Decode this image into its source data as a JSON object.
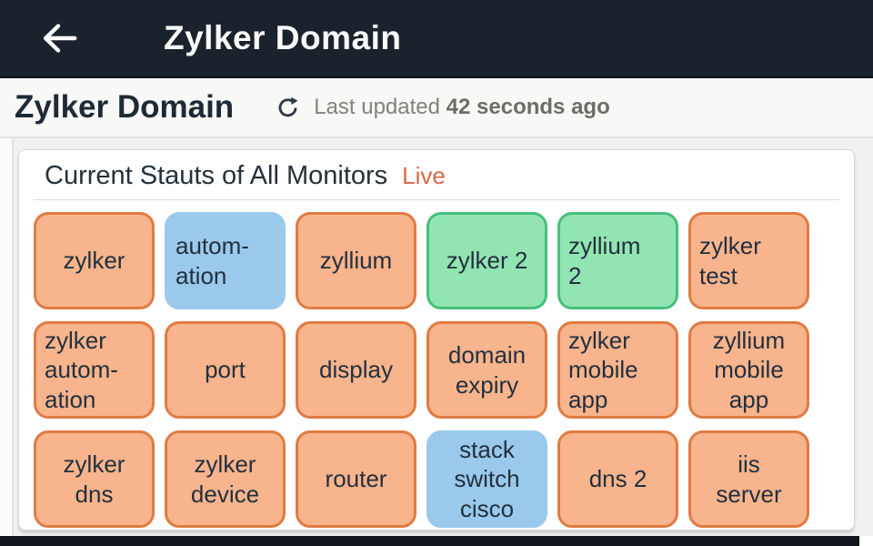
{
  "app_bar": {
    "title": "Zylker Domain",
    "back_icon": "arrow-left-icon"
  },
  "page_header": {
    "title": "Zylker Domain",
    "refresh_icon": "refresh-icon",
    "last_updated_label": "Last updated",
    "last_updated_value": "42 seconds ago"
  },
  "card": {
    "title": "Current Stauts of All Monitors",
    "live_label": "Live",
    "tiles": [
      {
        "label": "zylker",
        "color": "orange",
        "align": "center"
      },
      {
        "label": "autom-\nation",
        "color": "blue",
        "align": "left"
      },
      {
        "label": "zyllium",
        "color": "orange",
        "align": "center"
      },
      {
        "label": "zylker 2",
        "color": "green",
        "align": "center"
      },
      {
        "label": "zyllium\n2",
        "color": "green",
        "align": "left"
      },
      {
        "label": "zylker\ntest",
        "color": "orange",
        "align": "left"
      },
      {
        "label": "zylker\nautom-\nation",
        "color": "orange",
        "align": "left"
      },
      {
        "label": "port",
        "color": "orange",
        "align": "center"
      },
      {
        "label": "display",
        "color": "orange",
        "align": "center"
      },
      {
        "label": "domain\nexpiry",
        "color": "orange",
        "align": "center"
      },
      {
        "label": "zylker\nmobile\napp",
        "color": "orange",
        "align": "left"
      },
      {
        "label": "zyllium\nmobile\napp",
        "color": "orange",
        "align": "center"
      },
      {
        "label": "zylker\ndns",
        "color": "orange",
        "align": "center"
      },
      {
        "label": "zylker\ndevice",
        "color": "orange",
        "align": "center"
      },
      {
        "label": "router",
        "color": "orange",
        "align": "center"
      },
      {
        "label": "stack\nswitch\ncisco",
        "color": "blue",
        "align": "center"
      },
      {
        "label": "dns 2",
        "color": "orange",
        "align": "center"
      },
      {
        "label": "iis\nserver",
        "color": "orange",
        "align": "center"
      }
    ]
  },
  "colors": {
    "app_bar_bg": "#1a222c",
    "bottom_bar_bg": "#12171d",
    "live": "#d9694a",
    "tile_text": "#22303e",
    "tile": {
      "orange": {
        "bg": "#f8b48c",
        "border": "#e07b42"
      },
      "green": {
        "bg": "#92e5b2",
        "border": "#45c07c"
      },
      "blue": {
        "bg": "#9ac9ec",
        "border": "#9ac9ec"
      }
    }
  }
}
